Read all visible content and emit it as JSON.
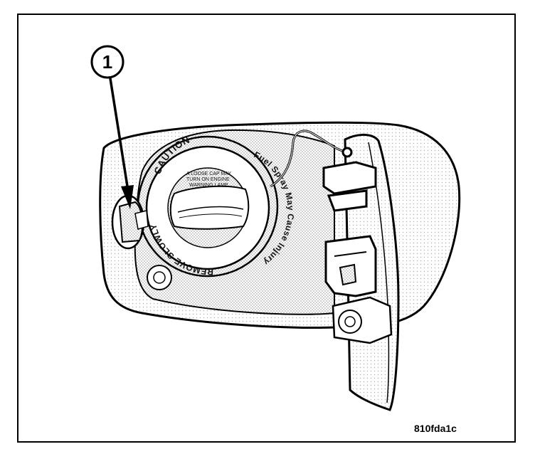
{
  "figure": {
    "callout": "1",
    "figure_id": "810fda1c",
    "cap_text": {
      "caution": "CAUTION",
      "fuel_spray": "Fuel Spray May Cause Injury",
      "remove_slowly": "REMOVE SLOWLY",
      "warning_line1": "A LOOSE CAP MAY",
      "warning_line2": "TURN ON ENGINE",
      "warning_line3": "WARNING LAMP"
    }
  }
}
